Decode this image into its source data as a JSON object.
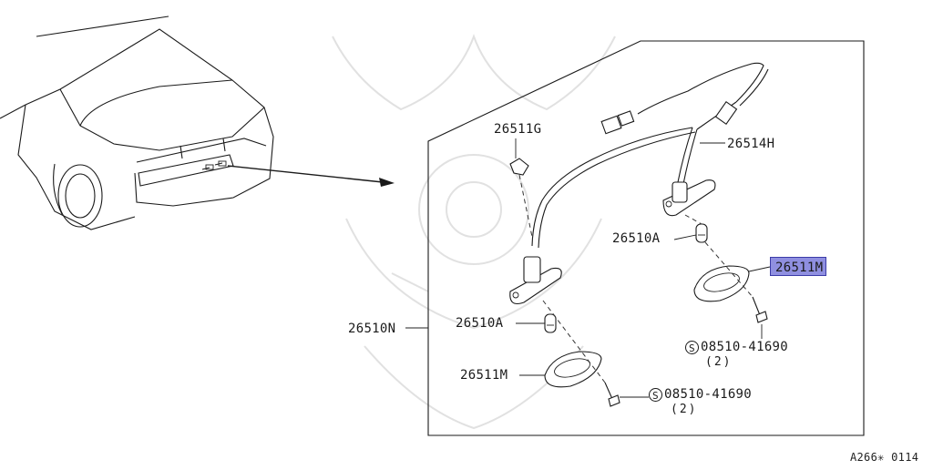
{
  "labels": {
    "p26511G": "26511G",
    "p26514H": "26514H",
    "p26510A_top": "26510A",
    "p26511M_top": "26511M",
    "p26510N": "26510N",
    "p26510A_bottom": "26510A",
    "p26511M_bottom": "26511M",
    "screw_top": "08510-41690",
    "screw_top_qty": "(2)",
    "screw_bottom": "08510-41690",
    "screw_bottom_qty": "(2)",
    "s_symbol": "S",
    "diagram_code": "A266✳ 0114"
  },
  "highlight": {
    "part": "26511M",
    "color": "#8f8fe0"
  }
}
